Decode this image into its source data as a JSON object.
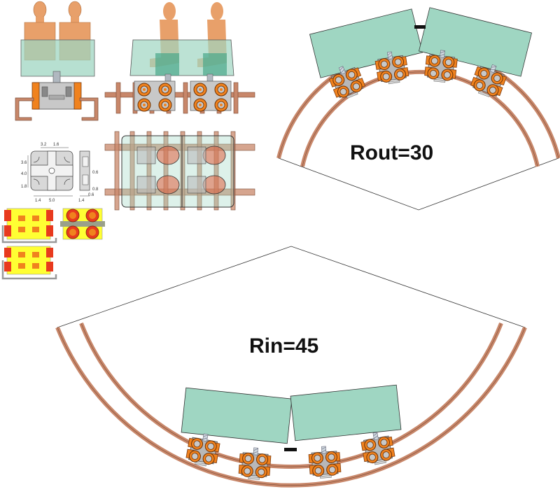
{
  "labels": {
    "rout": "Rout=30",
    "rin": "Rin=45"
  },
  "dimensions": {
    "top_a": "3.2",
    "top_b": "1.6",
    "left_a": "3.6",
    "left_b": "4.0",
    "left_c": "1.8",
    "bottom_a": "1.4",
    "bottom_b": "5.0",
    "side_a": "0.6",
    "side_b": "0.8",
    "side_bottom_a": "1.4",
    "side_bottom_b": "0.6"
  },
  "colors": {
    "rail": "#c8876a",
    "rail_edge": "#7a4a33",
    "car_body": "#9fd6c2",
    "car_body_edge": "#333333",
    "figure": "#e8a06a",
    "wheel_orange": "#f0821e",
    "bogie_gray": "#b8b8b8",
    "highlight_yellow": "#ffff33",
    "highlight_red": "#e83a1e"
  }
}
